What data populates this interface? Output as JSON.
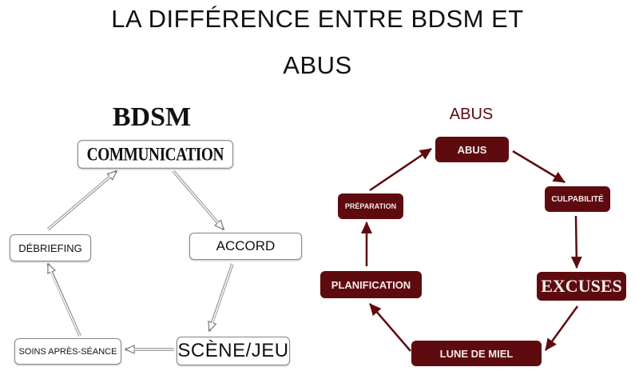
{
  "title": {
    "line1": "LA DIFFÉRENCE ENTRE BDSM ET",
    "line2": "ABUS"
  },
  "bdsm": {
    "heading": "BDSM",
    "cycle": [
      "COMMUNICATION",
      "ACCORD",
      "SCÈNE/JEU",
      "SOINS APRÈS-SÉANCE",
      "DÉBRIEFING"
    ],
    "colors": {
      "box_border": "#888888",
      "arrow": "#888888",
      "text": "#111111"
    }
  },
  "abus": {
    "heading": "ABUS",
    "cycle": [
      "ABUS",
      "CULPABILITÉ",
      "EXCUSES",
      "LUNE DE MIEL",
      "PLANIFICATION",
      "PRÉPARATION"
    ],
    "colors": {
      "box_fill": "#5e0b10",
      "arrow": "#5e0b10",
      "text": "#f4ecec"
    }
  }
}
